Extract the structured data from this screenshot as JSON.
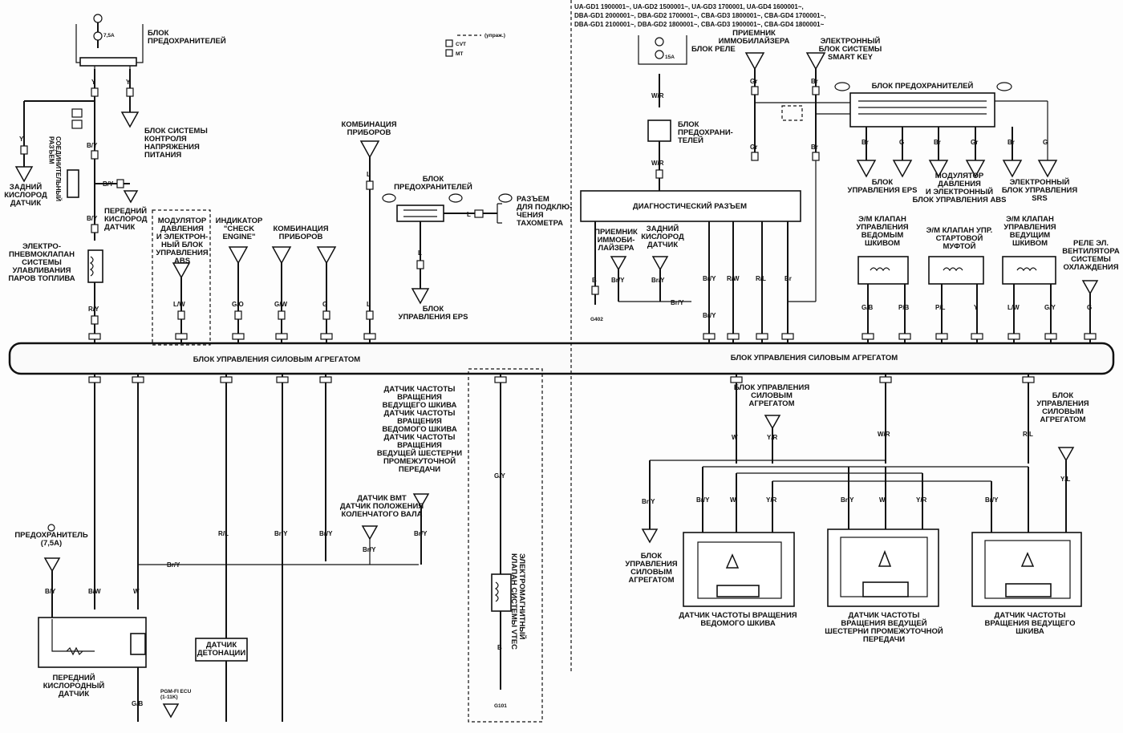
{
  "header": {
    "models": [
      "UA-GD1 1900001~, UA-GD2 1500001~, UA-GD3 1700001, UA-GD4 1600001~,",
      "DBA-GD1 2000001~, DBA-GD2 1700001~, CBA-GD3 1800001~, CBA-GD4 1700001~,",
      "DBA-GD1 2100001~, DBA-GD2 1800001~, CBA-GD3 1900001~, CBA-GD4 1800001~"
    ],
    "legend_dash": "(упраж.)",
    "legend_cvt": "CVT",
    "legend_mt": "MT"
  },
  "labels": {
    "fuse_block_top": "БЛОК\nПРЕДОХРАНИТЕЛЕЙ",
    "fuse_rating_top": "7,5A",
    "voltage_ctrl": "БЛОК СИСТЕМЫ\nКОНТРОЛЯ\nНАПРЯЖЕНИЯ\nПИТАНИЯ",
    "rear_o2": "ЗАДНИЙ\nКИСЛОРОД\nДАТЧИК",
    "connector": "СОЕДИНИТЕЛЬНЫЙ\nРАЗЪЕМ",
    "front_o2_top": "ПЕРЕДНИЙ\nКИСЛОРОД\nДАТЧИК",
    "evap_valve": "ЭЛЕКТРО-\nПНЕВМОКЛАПАН\nСИСТЕМЫ\nУЛАВЛИВАНИЯ\nПАРОВ ТОПЛИВА",
    "abs_modulator": "МОДУЛЯТОР\nДАВЛЕНИЯ\nИ ЭЛЕКТРОН-\nНЫЙ БЛОК\nУПРАВЛЕНИЯ\nABS",
    "check_engine": "ИНДИКАТОР\n\"CHECK\nENGINE\"",
    "cluster_1": "КОМБИНАЦИЯ\nПРИБОРОВ",
    "cluster_2": "КОМБИНАЦИЯ\nПРИБОРОВ",
    "fuse_block_mid": "БЛОК\nПРЕДОХРАНИТЕЛЕЙ",
    "tacho": "РАЗЪЕМ\nДЛЯ ПОДКЛЮ-\nЧЕНИЯ\nТАХОМЕТРА",
    "eps_unit_mid": "БЛОК\nУПРАВЛЕНИЯ EPS",
    "relay_block": "БЛОК РЕЛЕ",
    "relay_fuse": "15A",
    "immo_receiver_top": "ПРИЕМНИК\nИММОБИЛАЙЗЕРА",
    "smart_key": "ЭЛЕКТРОННЫЙ\nБЛОК СИСТЕМЫ\nSMART KEY",
    "fuse_block_small": "БЛОК\nПРЕДОХРАНИ-\nТЕЛЕЙ",
    "fuse_block_right": "БЛОК ПРЕДОХРАНИТЕЛЕЙ",
    "diag_connector": "ДИАГНОСТИЧЕСКИЙ РАЗЪЕМ",
    "immo_receiver_low": "ПРИЕМНИК\nИММОБИ-\nЛАЙЗЕРА",
    "rear_o2_right": "ЗАДНИЙ\nКИСЛОРОД\nДАТЧИК",
    "eps_unit_right": "БЛОК\nУПРАВЛЕНИЯ EPS",
    "abs_right": "МОДУЛЯТОР\nДАВЛЕНИЯ\nИ ЭЛЕКТРОННЫЙ\nБЛОК УПРАВЛЕНИЯ ABS",
    "srs": "ЭЛЕКТРОННЫЙ\nБЛОК УПРАВЛЕНИЯ\nSRS",
    "valve_driven": "Э/М КЛАПАН\nУПРАВЛЕНИЯ\nВЕДОМЫМ\nШКИВОМ",
    "valve_start": "Э/М КЛАПАН УПР.\nСТАРТОВОЙ\nМУФТОЙ",
    "valve_drive": "Э/М КЛАПАН\nУПРАВЛЕНИЯ\nВЕДУЩИМ\nШКИВОМ",
    "fan_relay": "РЕЛЕ ЭЛ.\nВЕНТИЛЯТОРА\nСИСТЕМЫ\nОХЛАЖДЕНИЯ",
    "pcm_left": "БЛОК УПРАВЛЕНИЯ СИЛОВЫМ АГРЕГАТОМ",
    "pcm_right": "БЛОК УПРАВЛЕНИЯ СИЛОВЫМ АГРЕГАТОМ",
    "speed_sensors_list": "ДАТЧИК ЧАСТОТЫ\nВРАЩЕНИЯ\nВЕДУЩЕГО ШКИВА\nДАТЧИК ЧАСТОТЫ\nВРАЩЕНИЯ\nВЕДОМОГО ШКИВА\nДАТЧИК ЧАСТОТЫ\nВРАЩЕНИЯ\nВЕДУЩЕЙ ШЕСТЕРНИ\nПРОМЕЖУТОЧНОЙ\nПЕРЕДАЧИ",
    "vmt_crank": "ДАТЧИК ВМТ\nДАТЧИК ПОЛОЖЕНИЯ\nКОЛЕНЧАТОГО ВАЛА",
    "fuse_small": "ПРЕДОХРАНИТЕЛЬ\n(7,5A)",
    "front_o2_bottom": "ПЕРЕДНИЙ\nКИСЛОРОДНЫЙ\nДАТЧИК",
    "knock": "ДАТЧИК\nДЕТОНАЦИИ",
    "vtec_valve": "ЭЛЕКТРОМАГНИТНЫЙ\nКЛАПАН СИСТЕМЫ VTEC",
    "pcm_sub": "БЛОК УПРАВЛЕНИЯ\nСИЛОВЫМ\nАГРЕГАТОМ",
    "pcm_sub_left": "БЛОК\nУПРАВЛЕНИЯ\nСИЛОВЫМ\nАГРЕГАТОМ",
    "pcm_sub_right": "БЛОК\nУПРАВЛЕНИЯ\nСИЛОВЫМ\nАГРЕГАТОМ",
    "sensor_driven": "ДАТЧИК ЧАСТОТЫ ВРАЩЕНИЯ\nВЕДОМОГО ШКИВА",
    "sensor_counter": "ДАТЧИК ЧАСТОТЫ\nВРАЩЕНИЯ ВЕДУЩЕЙ\nШЕСТЕРНИ ПРОМЕЖУТОЧНОЙ\nПЕРЕДАЧИ",
    "sensor_drive": "ДАТЧИК ЧАСТОТЫ\nВРАЩЕНИЯ ВЕДУЩЕГО\nШКИВА",
    "pcm_ref": "PGM-FI ECU\n(1-11K)"
  },
  "wires": {
    "Y": "Y",
    "BY": "B/Y",
    "BrY": "Br/Y",
    "RY": "R/Y",
    "LW": "L/W",
    "GO": "G/O",
    "GW": "G/W",
    "G": "G",
    "L": "L",
    "Gr": "Gr",
    "Br": "Br",
    "WR": "W/R",
    "B": "B",
    "RW": "R/W",
    "RL": "R/L",
    "GB": "G/B",
    "PB": "P/B",
    "PL": "P/L",
    "GY": "G/Y",
    "W": "W",
    "YR": "Y/R",
    "BW": "B/W",
    "YL": "Y/L"
  },
  "ground_ids": {
    "g1": "G402",
    "g2": "G101"
  },
  "colors": {
    "ink": "#111111",
    "paper": "#fdfdfd"
  }
}
